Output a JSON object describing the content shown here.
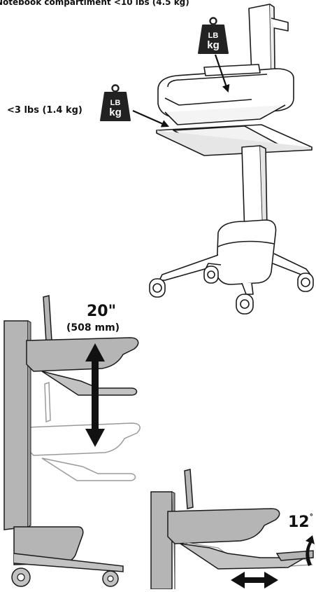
{
  "labels": {
    "notebook_weight": "Notebook compartiment <10 lbs (4.5 kg)",
    "keyboard_weight": "<3 lbs (1.4 kg)",
    "height_travel": "20\"",
    "height_travel_metric": "(508 mm)",
    "tilt_angle": "12",
    "tilt_unit": "°"
  },
  "weight_icons": [
    {
      "line1": "LB",
      "line2": "kg"
    },
    {
      "line1": "LB",
      "line2": "kg"
    }
  ],
  "colors": {
    "cart_fill": "#ffffff",
    "cart_stroke": "#1a1a1a",
    "panel_gray": "#b5b5b5",
    "panel_gray_light": "#d0d0d0",
    "ghost_gray": "#9a9a9a",
    "weight_icon": "#222222",
    "arrow": "#111111"
  }
}
